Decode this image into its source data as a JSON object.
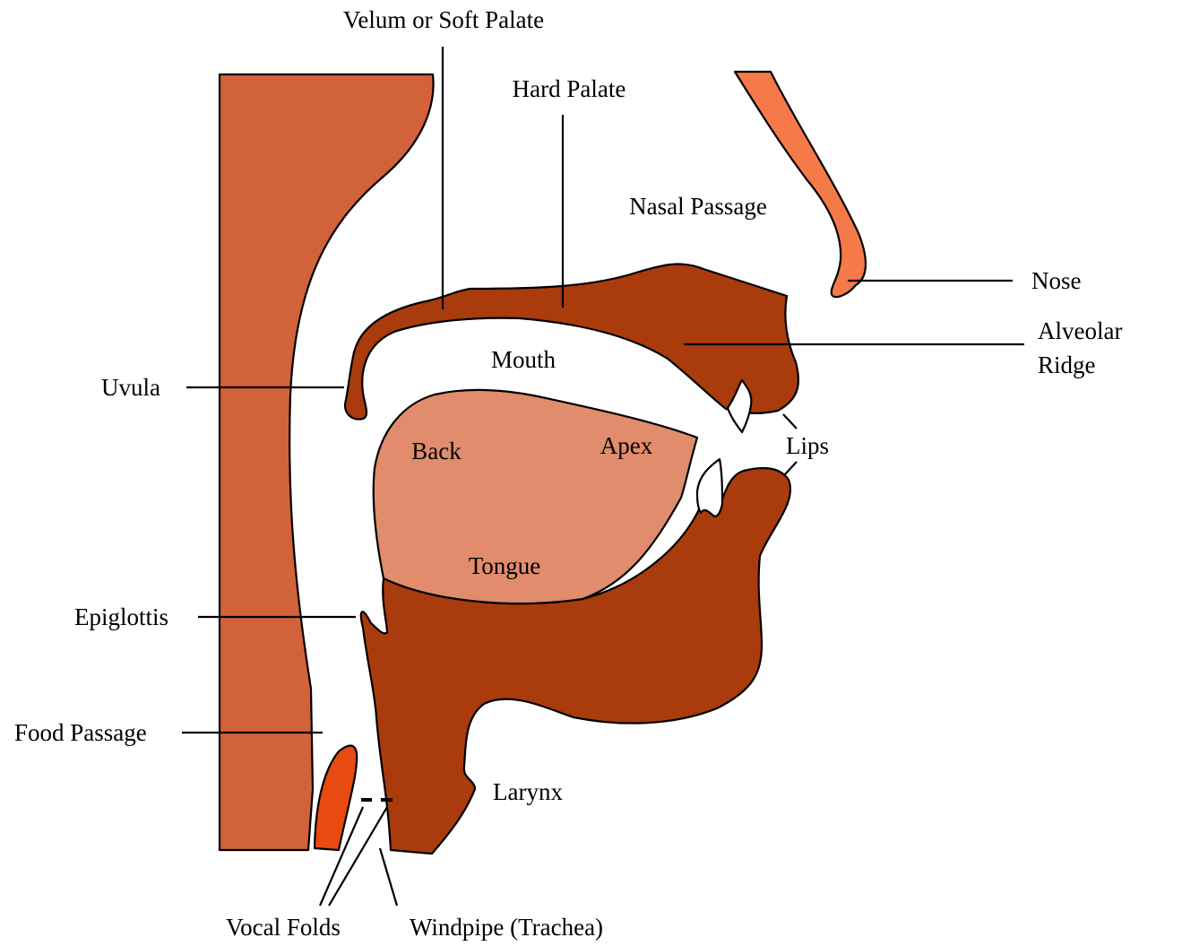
{
  "colors": {
    "food_passage": "#D26239",
    "head_tissue": "#A93B0D",
    "tongue": "#E08C6D",
    "nose": "#F6794A",
    "vocal_fold": "#E94A0F",
    "teeth": "#FFFFFF",
    "outline": "#000000"
  },
  "labels": {
    "velum": "Velum or Soft Palate",
    "hard_palate": "Hard Palate",
    "nasal_passage": "Nasal Passage",
    "nose": "Nose",
    "alveolar_ridge_line1": "Alveolar",
    "alveolar_ridge_line2": "Ridge",
    "mouth": "Mouth",
    "uvula": "Uvula",
    "lips": "Lips",
    "back": "Back",
    "apex": "Apex",
    "tongue": "Tongue",
    "epiglottis": "Epiglottis",
    "food_passage": "Food Passage",
    "larynx": "Larynx",
    "vocal_folds": "Vocal Folds",
    "windpipe": "Windpipe (Trachea)"
  }
}
